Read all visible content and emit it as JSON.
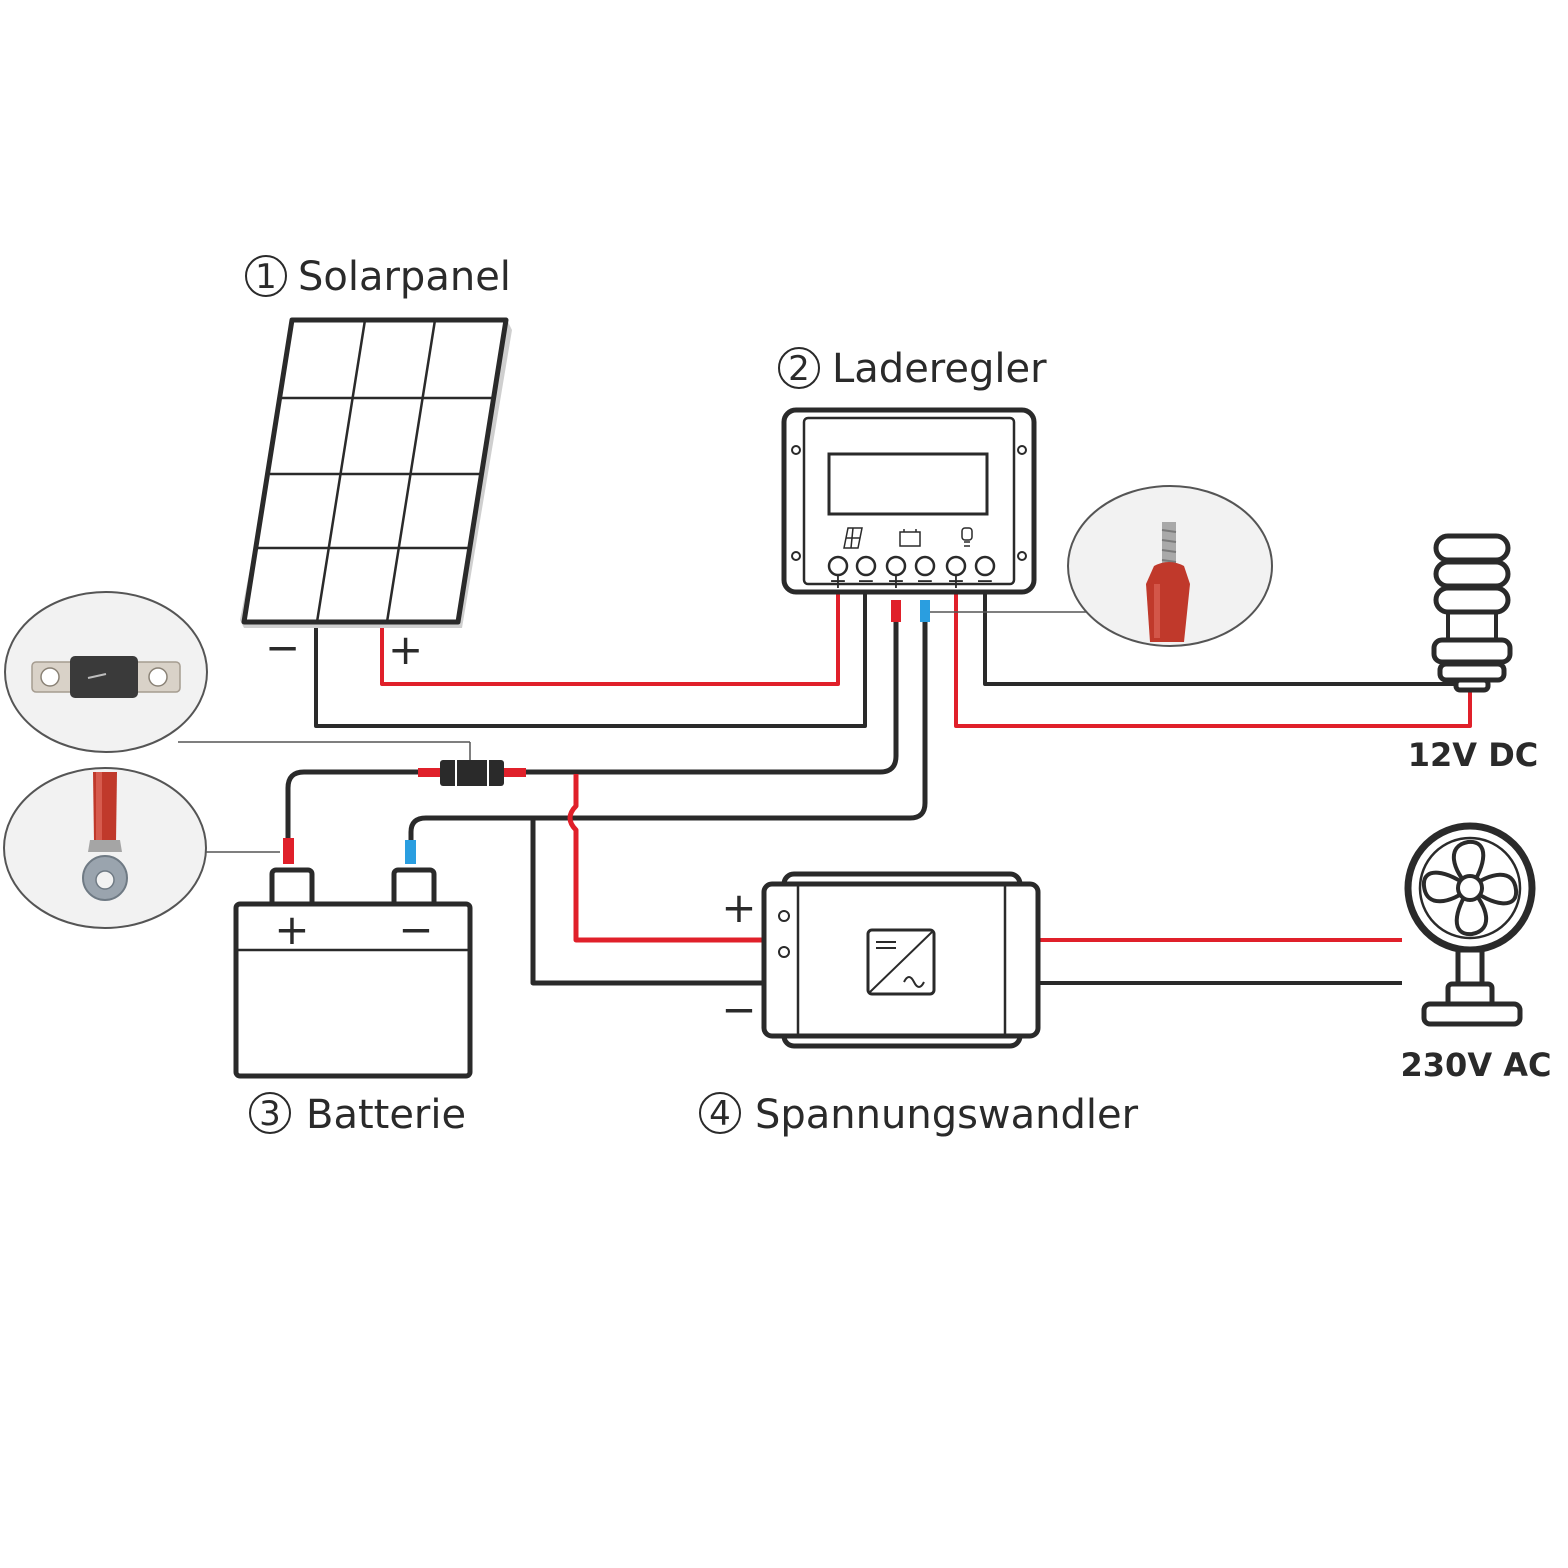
{
  "components": {
    "solar_panel": {
      "number": "1",
      "label": "Solarpanel",
      "minus": "−",
      "plus": "+"
    },
    "charge_controller": {
      "number": "2",
      "label": "Laderegler",
      "terminal_signs": [
        "+",
        "−",
        "+",
        "−",
        "+",
        "−"
      ]
    },
    "battery": {
      "number": "3",
      "label": "Batterie",
      "plus": "+",
      "minus": "−"
    },
    "inverter": {
      "number": "4",
      "label": "Spannungswandler",
      "plus": "+",
      "minus": "−"
    }
  },
  "loads": {
    "dc": {
      "label": "12V DC",
      "icon": "light-bulb-icon"
    },
    "ac": {
      "label": "230V AC",
      "icon": "fan-icon"
    }
  },
  "callouts": [
    "fuse-icon",
    "ring-terminal-icon",
    "ferrule-icon"
  ],
  "colors": {
    "positive_wire": "#e0202a",
    "negative_wire": "#2a2a2a",
    "negative_sleeve": "#2a9ee0",
    "terminal_red": "#c0392b"
  }
}
